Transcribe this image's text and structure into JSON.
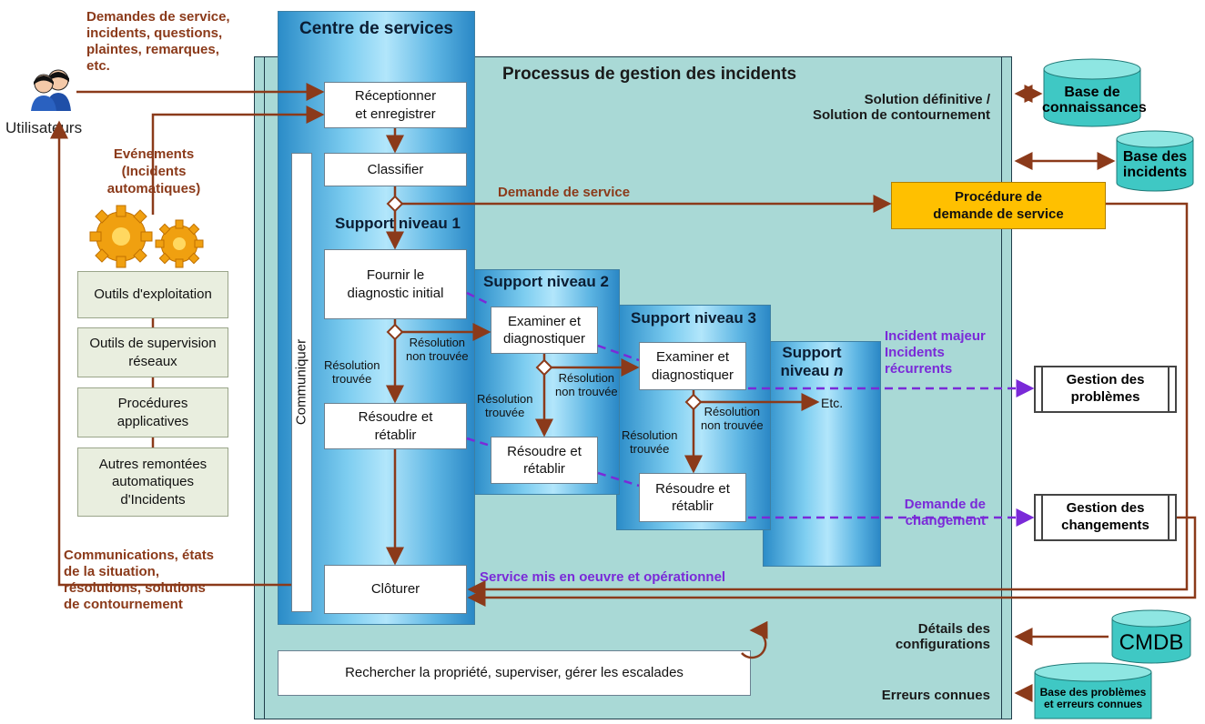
{
  "center": {
    "title": "Centre de services",
    "communicate": "Communiquer"
  },
  "process": {
    "title": "Processus de gestion des incidents",
    "solution": "Solution définitive /\nSolution de contournement",
    "config_details": "Détails des\nconfigurations",
    "known_errors": "Erreurs connues"
  },
  "users": {
    "label": "Utilisateurs",
    "requests": "Demandes de service,\nincidents, questions,\nplaintes, remarques,\netc."
  },
  "events": "Evénements\n(Incidents\nautomatiques)",
  "tools": [
    "Outils d'exploitation",
    "Outils de supervision\nréseaux",
    "Procédures\napplicatives",
    "Autres remontées\nautomatiques\nd'Incidents"
  ],
  "communications": "Communications, états\nde la situation,\nrésolutions, solutions\nde contournement",
  "steps": {
    "receive": "Réceptionner\net enregistrer",
    "classify": "Classifier",
    "diagnose": "Fournir le\ndiagnostic initial",
    "resolve1": "Résoudre et\nrétablir",
    "close": "Clôturer",
    "examine2": "Examiner et\ndiagnostiquer",
    "resolve2": "Résoudre et\nrétablir",
    "examine3": "Examiner et\ndiagnostiquer",
    "resolve3": "Résoudre et\nrétablir",
    "search": "Rechercher la propriété, superviser, gérer les escalades"
  },
  "levels": {
    "l1": "Support niveau 1",
    "l2": "Support niveau 2",
    "l3": "Support niveau 3",
    "ln_a": "Support\nniveau ",
    "ln_b": "n"
  },
  "labels": {
    "found": "Résolution\ntrouvée",
    "not_found": "Résolution\nnon trouvée",
    "etc": "Etc.",
    "service_request": "Demande de service",
    "major": "Incident majeur\nIncidents\nrécurrents",
    "change_request": "Demande de\nchangement",
    "service_live": "Service mis en oeuvre et opérationnel"
  },
  "request_proc": "Procédure de\ndemande de service",
  "problem_mgmt": "Gestion des\nproblèmes",
  "change_mgmt": "Gestion des\nchangements",
  "databases": {
    "knowledge": "Base de\nconnaissances",
    "incidents": "Base des\nincidents",
    "cmdb": "CMDB",
    "problems": "Base des problèmes\net erreurs connues"
  },
  "colors": {
    "arrow": "#8b3a1a",
    "dashed": "#7a2ad8",
    "process_bg": "#a9d9d6",
    "request_proc": "#ffc000",
    "db": "#3fc8c4"
  }
}
